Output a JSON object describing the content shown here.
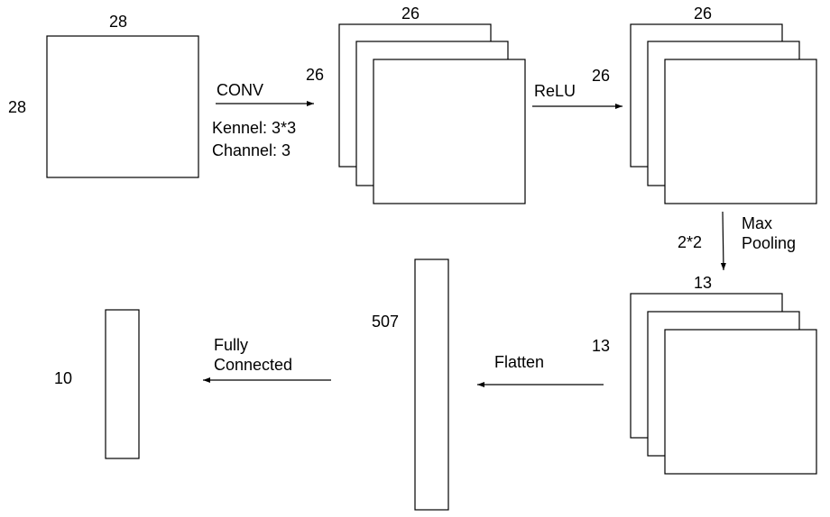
{
  "input": {
    "width_label": "28",
    "height_label": "28"
  },
  "conv": {
    "label": "CONV",
    "kernel": "Kennel: 3*3",
    "channel": "Channel: 3"
  },
  "conv_output": {
    "width_label": "26",
    "height_label": "26"
  },
  "relu": {
    "label": "ReLU"
  },
  "relu_output": {
    "width_label": "26",
    "height_label": "26"
  },
  "pooling": {
    "size": "2*2",
    "label_line1": "Max",
    "label_line2": "Pooling"
  },
  "pool_output": {
    "width_label": "13",
    "height_label": "13"
  },
  "flatten": {
    "label": "Flatten"
  },
  "flatten_output": {
    "size_label": "507"
  },
  "fully_connected": {
    "label_line1": "Fully",
    "label_line2": "Connected"
  },
  "output": {
    "size_label": "10"
  },
  "colors": {
    "stroke": "#000000",
    "fill": "#ffffff"
  }
}
